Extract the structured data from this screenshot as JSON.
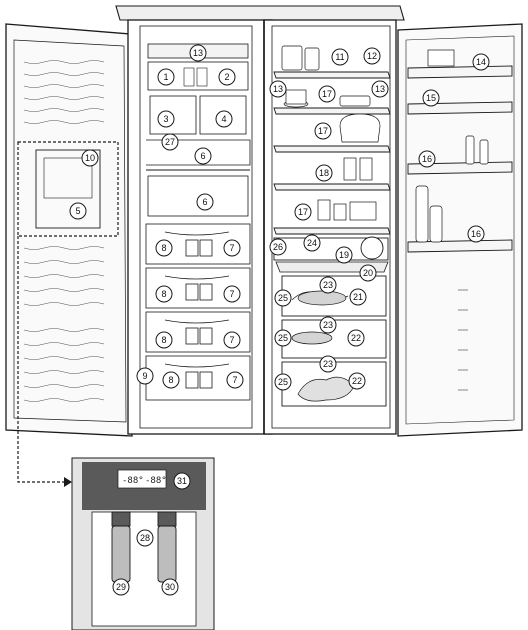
{
  "diagram": {
    "display_readout": [
      "-88°",
      "-88°"
    ],
    "callouts": {
      "c1": "1",
      "c2": "2",
      "c3": "3",
      "c4": "4",
      "c5": "5",
      "c6a": "6",
      "c6b": "6",
      "c7a": "7",
      "c7b": "7",
      "c7c": "7",
      "c7d": "7",
      "c8a": "8",
      "c8b": "8",
      "c8c": "8",
      "c8d": "8",
      "c9": "9",
      "c10": "10",
      "c11": "11",
      "c12": "12",
      "c13a": "13",
      "c13b": "13",
      "c13c": "13",
      "c14": "14",
      "c15": "15",
      "c16a": "16",
      "c16b": "16",
      "c17a": "17",
      "c17b": "17",
      "c17c": "17",
      "c18": "18",
      "c19": "19",
      "c20": "20",
      "c21": "21",
      "c22a": "22",
      "c22b": "22",
      "c23a": "23",
      "c23b": "23",
      "c23c": "23",
      "c24": "24",
      "c25a": "25",
      "c25b": "25",
      "c25c": "25",
      "c26": "26",
      "c27": "27",
      "c28": "28",
      "c29": "29",
      "c30": "30",
      "c31": "31"
    },
    "colors": {
      "line": "#1a1a1a",
      "panel": "#5a5a5a",
      "inset_bg": "#e4e4e4",
      "bottle": "#bdbdbd",
      "shelf": "#f0f0f0",
      "fish": "#9a9a9a"
    }
  }
}
